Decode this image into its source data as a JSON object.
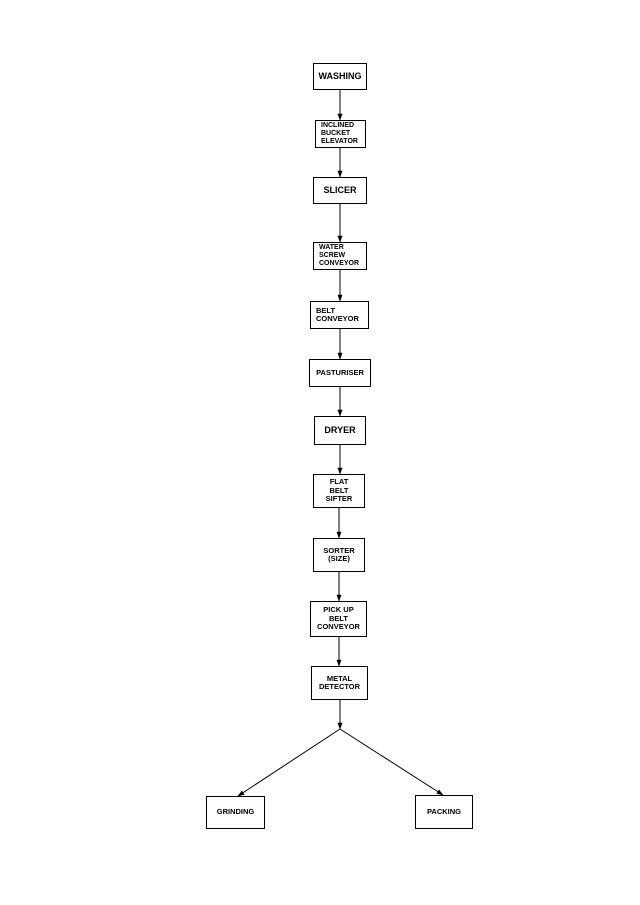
{
  "diagram": {
    "steps": [
      {
        "id": "washing",
        "label": "WASHING"
      },
      {
        "id": "inclined-bucket-elevator",
        "label": "INCLINED\nBUCKET\nELEVATOR"
      },
      {
        "id": "slicer",
        "label": "SLICER"
      },
      {
        "id": "water-screw-conveyor",
        "label": "WATER\nSCREW\nCONVEYOR"
      },
      {
        "id": "belt-conveyor",
        "label": "BELT\nCONVEYOR"
      },
      {
        "id": "pasturiser",
        "label": "PASTURISER"
      },
      {
        "id": "dryer",
        "label": "DRYER"
      },
      {
        "id": "flat-belt-sifter",
        "label": "FLAT\nBELT\nSIFTER"
      },
      {
        "id": "sorter-size",
        "label": "SORTER\n(SIZE)"
      },
      {
        "id": "pick-up-belt-conveyor",
        "label": "PICK UP\nBELT\nCONVEYOR"
      },
      {
        "id": "metal-detector",
        "label": "METAL\nDETECTOR"
      }
    ],
    "outputs": [
      {
        "id": "grinding",
        "label": "GRINDING"
      },
      {
        "id": "packing",
        "label": "PACKING"
      }
    ],
    "line_color": "#000000",
    "box_border_color": "#000000",
    "background_color": "#ffffff"
  }
}
